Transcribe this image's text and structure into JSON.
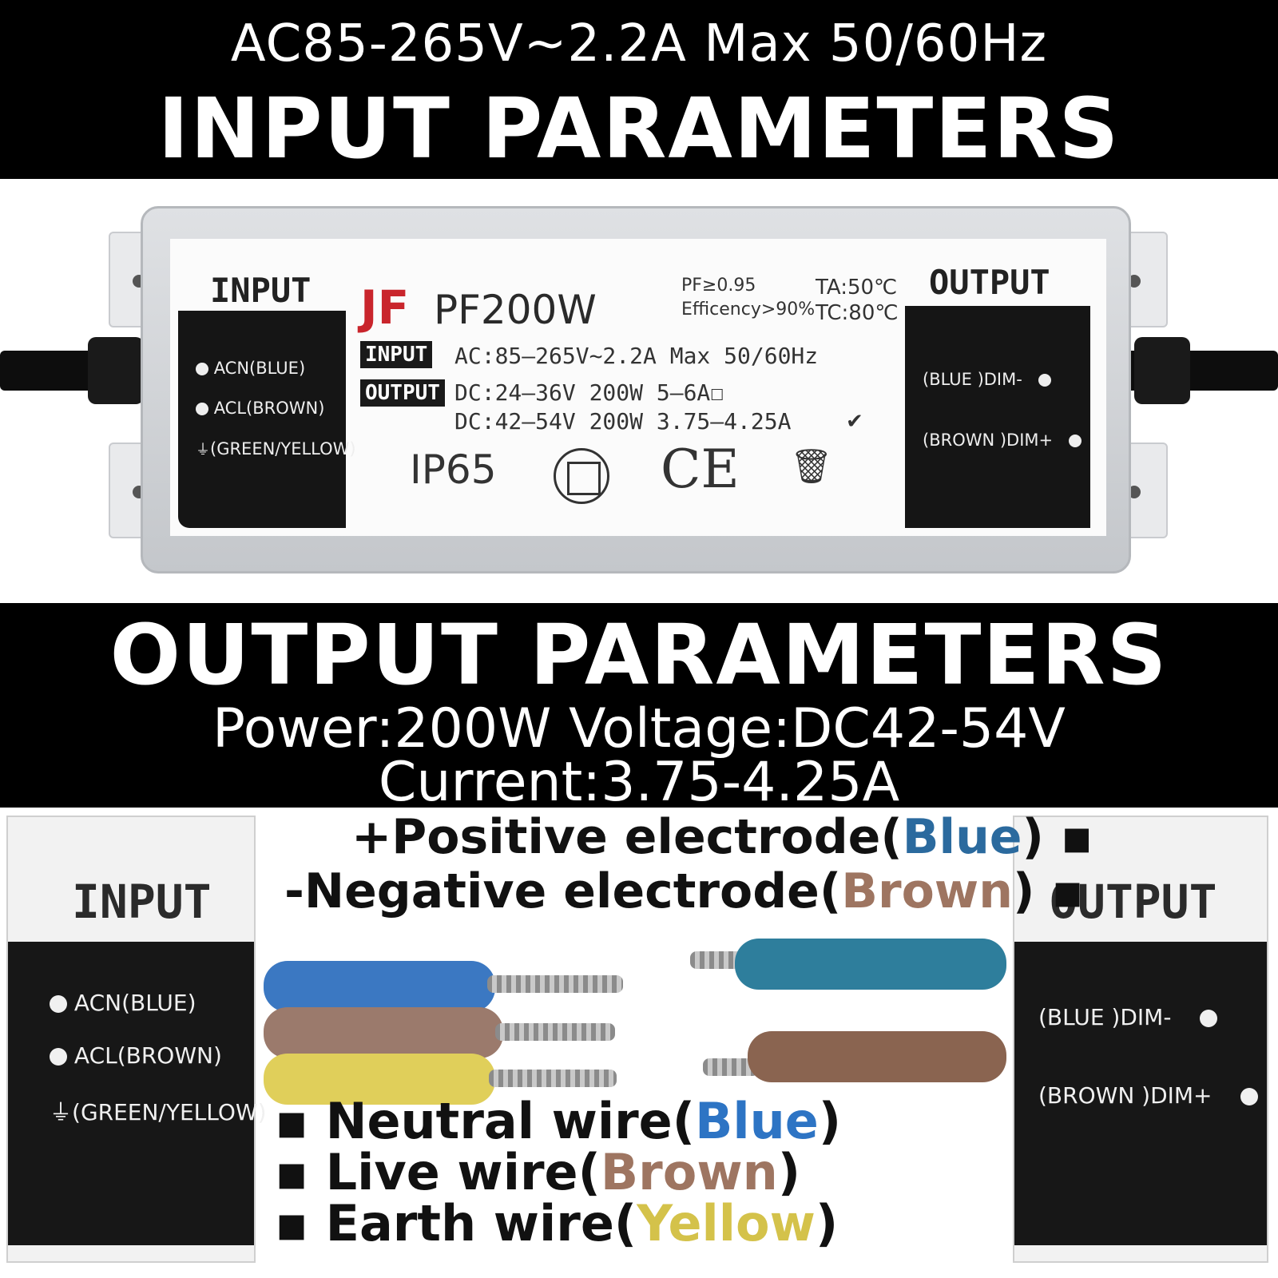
{
  "top_band": {
    "line1": "AC85-265V~2.2A Max 50/60Hz",
    "line2": "INPUT PARAMETERS"
  },
  "product": {
    "input_head": "INPUT",
    "output_head": "OUTPUT",
    "input_terminals": [
      "ACN(BLUE)",
      "ACL(BROWN)",
      "(GREEN/YELLOW)"
    ],
    "output_terminals": [
      "(BLUE )DIM-",
      "(BROWN )DIM+"
    ],
    "brand": "JF",
    "model": "PF200W",
    "pf": "PF≥0.95",
    "efficiency": "Efficency>90%",
    "ta": "TA:50℃",
    "tc": "TC:80℃",
    "tag_input": "INPUT",
    "tag_output": "OUTPUT",
    "spec_input": "AC:85–265V~2.2A  Max 50/60Hz",
    "spec_output_1": "DC:24–36V  200W  5–6A☐",
    "spec_output_2": "DC:42–54V  200W  3.75–4.25A",
    "ip": "IP65",
    "ce": "CE",
    "weee": "🗑",
    "check": "✔"
  },
  "mid_band": {
    "line1": "OUTPUT PARAMETERS",
    "line2": "Power:200W  Voltage:DC42-54V",
    "line3": "Current:3.75-4.25A"
  },
  "bottom": {
    "input_head": "INPUT",
    "output_head": "OUTPUT",
    "input_terminals": [
      "ACN(BLUE)",
      "ACL(BROWN)",
      "(GREEN/YELLOW)"
    ],
    "output_terminals": [
      "(BLUE )DIM-",
      "(BROWN )DIM+"
    ],
    "positive": {
      "prefix": "+Positive electrode(",
      "color_word": "Blue",
      "suffix": ") ▪"
    },
    "negative": {
      "prefix": "-Negative electrode(",
      "color_word": "Brown",
      "suffix": ") ▪"
    },
    "neutral": {
      "prefix": "▪ Neutral wire(",
      "color_word": "Blue",
      "suffix": ")"
    },
    "live": {
      "prefix": "▪ Live wire(",
      "color_word": "Brown",
      "suffix": ")"
    },
    "earth": {
      "prefix": "▪ Earth wire(",
      "color_word": "Yellow",
      "suffix": ")"
    }
  },
  "colors": {
    "blue_label": "#2b6a9e",
    "blue_wire_label": "#2d74c4",
    "brown_label": "#9e7561",
    "yellow_label": "#d4c24a",
    "brand_red": "#c9252c"
  }
}
